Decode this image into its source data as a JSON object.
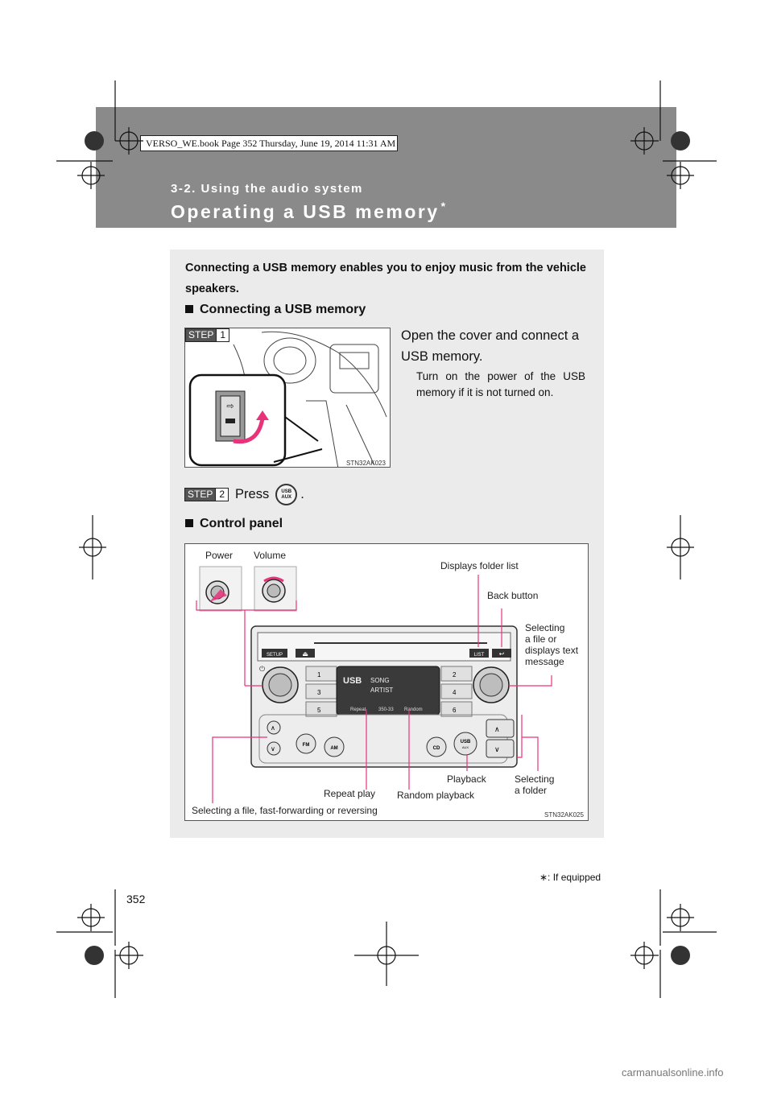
{
  "header": {
    "book_info": "VERSO_WE.book  Page 352  Thursday, June 19, 2014  11:31 AM",
    "section": "3-2. Using the audio system",
    "title": "Operating a USB memory",
    "title_mark": "*"
  },
  "intro": "Connecting a USB memory enables you to enjoy music from the vehicle speakers.",
  "connecting": {
    "heading": "Connecting a USB memory",
    "step_label": "STEP",
    "step1_number": "1",
    "step1_text": "Open the cover and connect a USB memory.",
    "step1_note": "Turn on the power of the USB memory if it is not turned on.",
    "figure1_code": "STN32AK023",
    "step2_number": "2",
    "step2_text": "Press",
    "step2_period": ".",
    "usb_button": {
      "line1": "USB",
      "line2": "AUX"
    }
  },
  "control_panel": {
    "heading": "Control panel",
    "figure2_code": "STN32AK025",
    "callouts": {
      "power": "Power",
      "volume": "Volume",
      "displays_folder_list": "Displays folder list",
      "back_button": "Back button",
      "selecting_file_text": [
        "Selecting",
        "a file or",
        "displays text",
        "message"
      ],
      "playback": "Playback",
      "selecting_folder": [
        "Selecting",
        "a folder"
      ],
      "repeat_play": "Repeat play",
      "random_playback": "Random playback",
      "selecting_file_ffrev": "Selecting a file, fast-forwarding or reversing"
    },
    "buttons": {
      "setup": "SETUP",
      "eject": "⏏",
      "list": "LIST",
      "back": "↩",
      "presets": [
        "1",
        "2",
        "3",
        "4",
        "5",
        "6"
      ],
      "fm": "FM",
      "am": "AM",
      "cd": "CD",
      "usb": "USB",
      "aux": "AUX",
      "up": "∧",
      "down": "∨",
      "folder_up": "∧",
      "folder_down": "∨",
      "power_symbol": "⏻"
    },
    "display": {
      "source": "USB",
      "song": "SONG",
      "artist": "ARTIST",
      "repeat": "Repeat",
      "time": "350-33",
      "random": "Random"
    }
  },
  "footnote": "∗: If equipped",
  "page_number": "352",
  "watermark": "carmanualsonline.info",
  "colors": {
    "header_band": "#8a8a8b",
    "panel": "#ebebec",
    "callout_line": "#e8337b"
  }
}
